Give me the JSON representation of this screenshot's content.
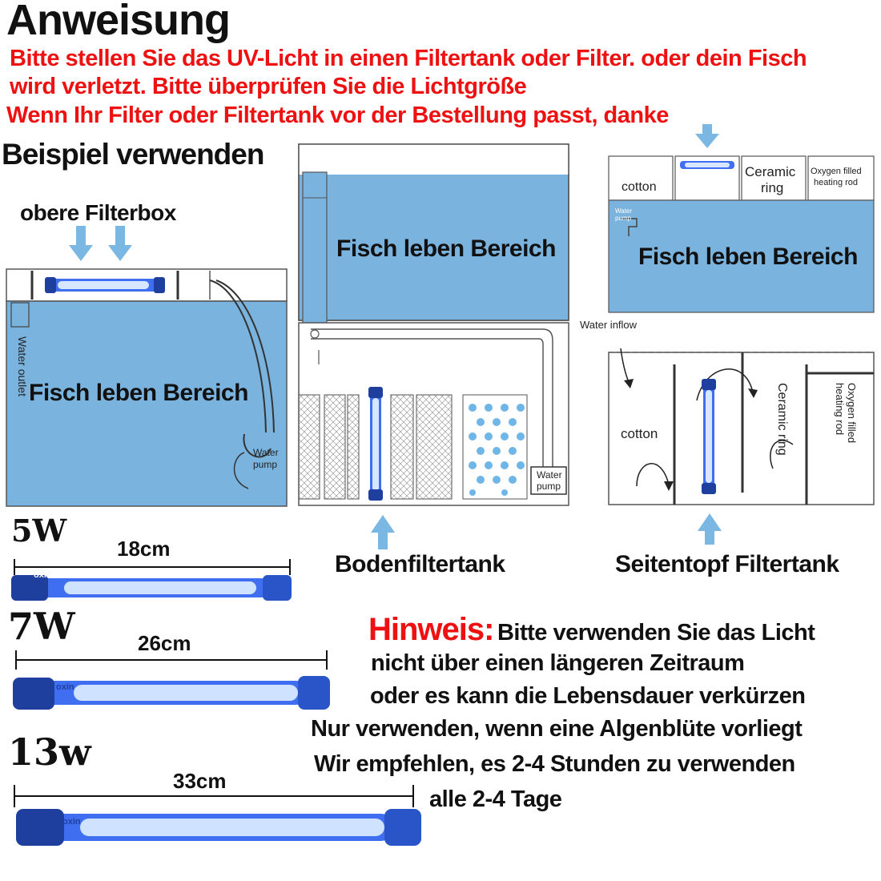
{
  "header": {
    "title": "Anweisung",
    "warning_lines": [
      "Bitte stellen Sie das UV-Licht in einen Filtertank oder Filter. oder dein Fisch",
      "wird verletzt. Bitte überprüfen Sie die Lichtgröße",
      "Wenn Ihr Filter oder Filtertank vor der Bestellung passt, danke"
    ]
  },
  "example": {
    "heading": "Beispiel verwenden",
    "top_filter": {
      "label": "obere Filterbox",
      "fish_area": "Fisch leben Bereich",
      "water_outlet": "Water outlet",
      "water_pump": [
        "Water",
        "pump"
      ]
    },
    "bottom_filter": {
      "label": "Bodenfiltertank",
      "fish_area": "Fisch leben Bereich",
      "water_pump": [
        "Water",
        "pump"
      ]
    },
    "side_filter": {
      "label": "Seitentopf Filtertank",
      "fish_area": "Fisch leben Bereich",
      "top_cells": [
        "cotton",
        "Ceramic",
        "ring",
        "Oxygen filled",
        "heating rod"
      ],
      "water_pump": [
        "Water",
        "pump"
      ],
      "water_inflow": "Water inflow",
      "cotton": "cotton",
      "ceramic_ring": "Ceramic ring",
      "oxygen_rod": [
        "Oxygen filled",
        "heating rod"
      ]
    }
  },
  "lamps": [
    {
      "power": "5W",
      "length": "18cm",
      "brand": "oxin"
    },
    {
      "power": "7W",
      "length": "26cm",
      "brand": "oxin"
    },
    {
      "power": "13w",
      "length": "33cm",
      "brand": "oxin"
    }
  ],
  "note": {
    "label": "Hinweis:",
    "first_line": "Bitte verwenden Sie das Licht",
    "lines": [
      "nicht über einen längeren Zeitraum",
      "oder es kann die Lebensdauer verkürzen",
      "Nur verwenden, wenn eine Algenblüte vorliegt",
      "Wir empfehlen, es 2-4 Stunden zu verwenden",
      "alle 2-4 Tage"
    ]
  },
  "colors": {
    "water": "#7ab3de",
    "arrow": "#7ab7e3",
    "warning": "#ee1111",
    "uv_glow": "#3f6ff0"
  }
}
